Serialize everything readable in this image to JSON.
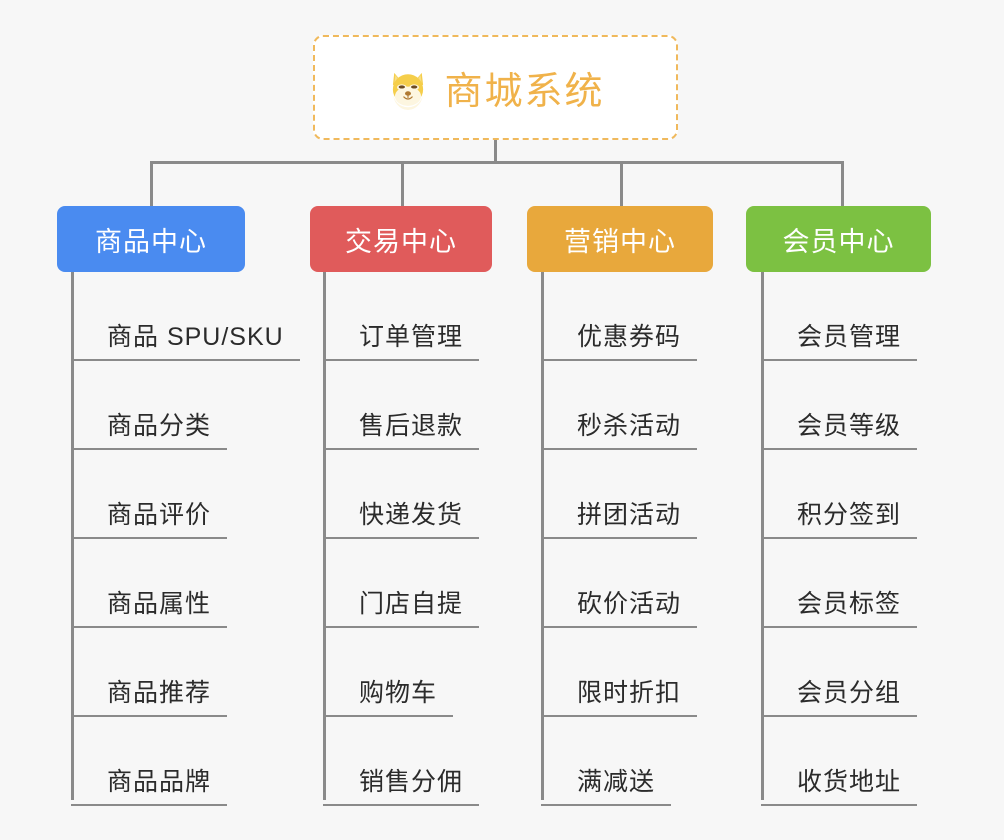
{
  "diagram": {
    "title": "商城系统",
    "background_color": "#f7f7f7",
    "root": {
      "label": "商城系统",
      "icon": "shiba-inu-dog-face-emoji",
      "text_color": "#f0b24a",
      "border_color": "#f0b95c",
      "fill_color": "#ffffff"
    },
    "connector_color": "#8a8a8a",
    "columns": [
      {
        "header": "商品中心",
        "color": "#4a8bf0",
        "items": [
          "商品 SPU/SKU",
          "商品分类",
          "商品评价",
          "商品属性",
          "商品推荐",
          "商品品牌"
        ]
      },
      {
        "header": "交易中心",
        "color": "#e05b5b",
        "items": [
          "订单管理",
          "售后退款",
          "快递发货",
          "门店自提",
          "购物车",
          "销售分佣"
        ]
      },
      {
        "header": "营销中心",
        "color": "#e8a83c",
        "items": [
          "优惠券码",
          "秒杀活动",
          "拼团活动",
          "砍价活动",
          "限时折扣",
          "满减送"
        ]
      },
      {
        "header": "会员中心",
        "color": "#7cc142",
        "items": [
          "会员管理",
          "会员等级",
          "积分签到",
          "会员标签",
          "会员分组",
          "收货地址"
        ]
      }
    ]
  }
}
